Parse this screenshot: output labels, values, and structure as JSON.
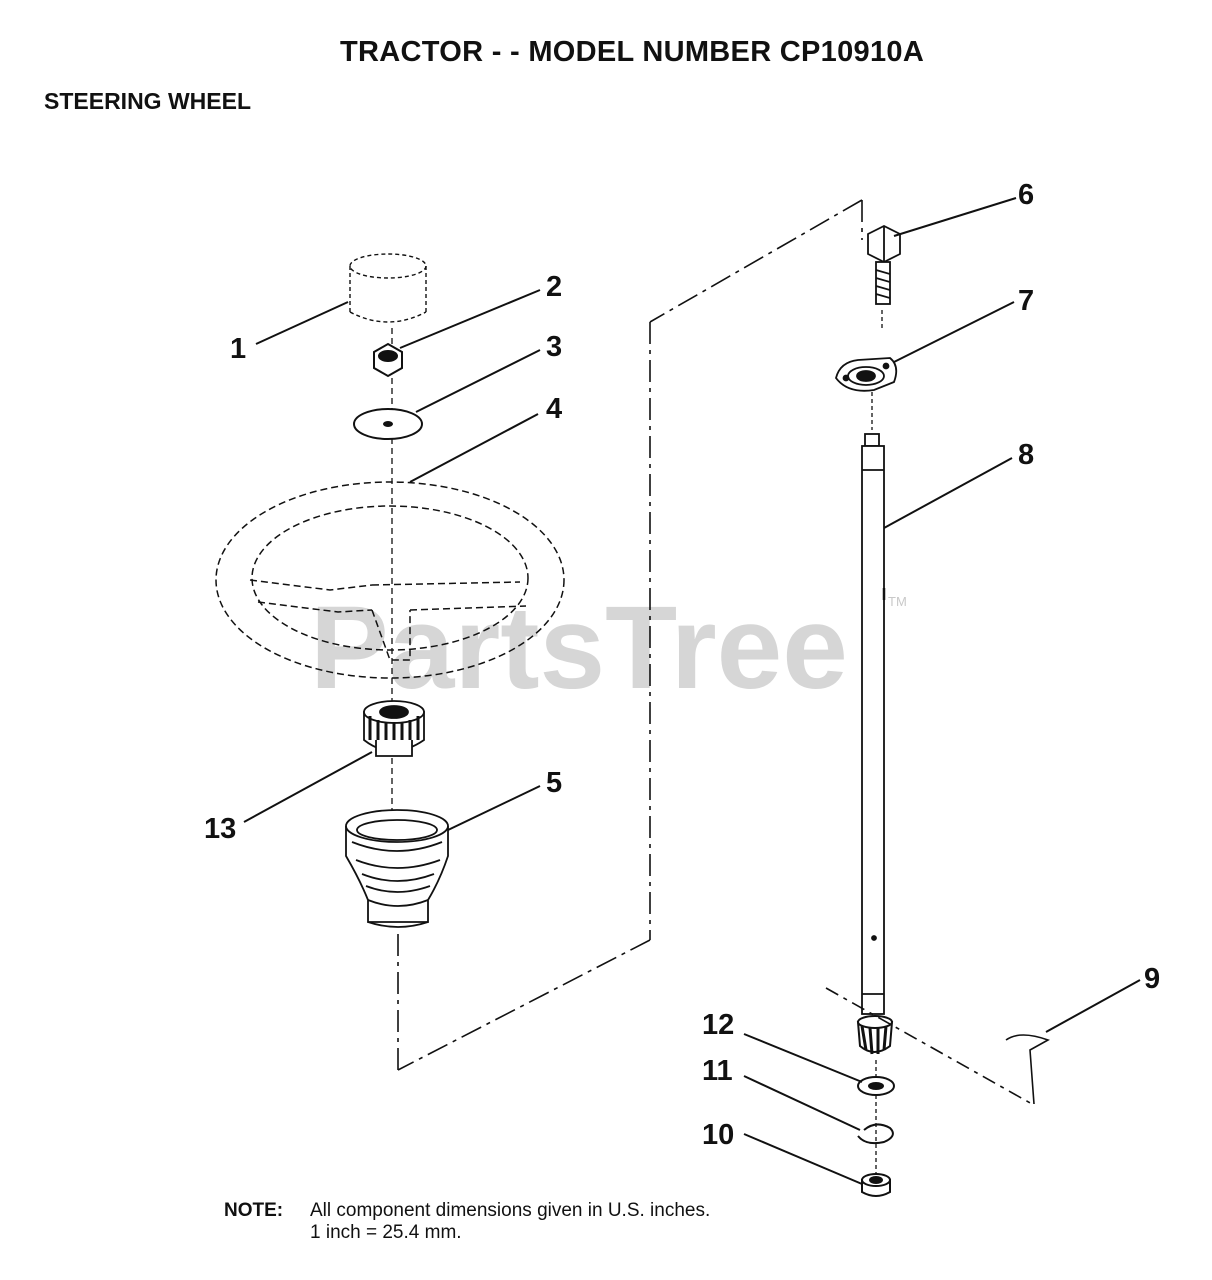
{
  "header": {
    "title": "TRACTOR - - MODEL NUMBER CP10910A",
    "section": "STEERING WHEEL"
  },
  "callouts": {
    "c1": "1",
    "c2": "2",
    "c3": "3",
    "c4": "4",
    "c5": "5",
    "c6": "6",
    "c7": "7",
    "c8": "8",
    "c9": "9",
    "c10": "10",
    "c11": "11",
    "c12": "12",
    "c13": "13"
  },
  "watermark": {
    "text": "PartsTree",
    "tm": "TM"
  },
  "note": {
    "label": "NOTE:",
    "line1": "All component dimensions given in U.S. inches.",
    "line2": "1 inch = 25.4 mm."
  }
}
